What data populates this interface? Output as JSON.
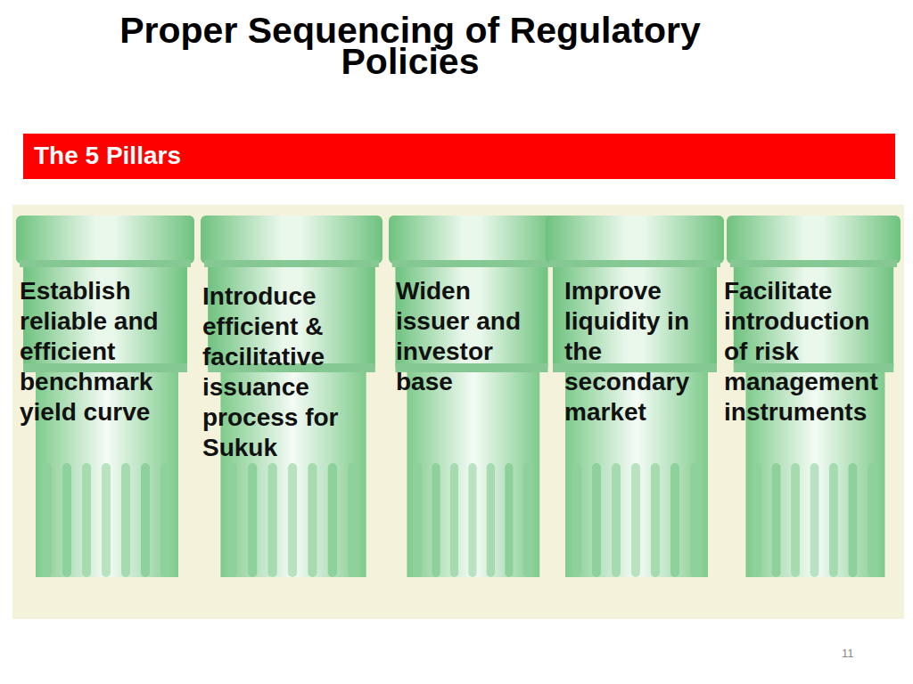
{
  "diagram": {
    "title": "Proper Sequencing of Regulatory Policies",
    "nodes": [
      {
        "text": [
          "The 5 Pillars"
        ]
      },
      {
        "text": [
          "Establish reliable and efficient benchmark yield curve"
        ]
      },
      {
        "text": [
          "Introduce efficient & facilitative issuance process for Sukuk"
        ]
      },
      {
        "text": [
          "Widen issuer and investor base"
        ]
      },
      {
        "text": [
          "Improve liquidity in the secondary market"
        ]
      },
      {
        "text": [
          "Facilitate introduction of risk management instruments"
        ]
      }
    ],
    "labels": [
      "11"
    ]
  }
}
